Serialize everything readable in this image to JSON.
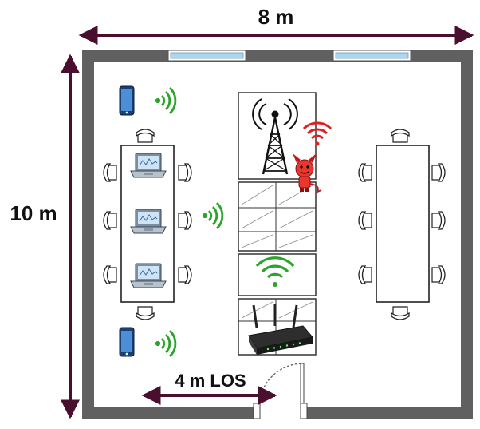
{
  "labels": {
    "width": "8 m",
    "height": "10 m",
    "los": "4 m LOS"
  },
  "colors": {
    "wall": "#606060",
    "dimension_arrow": "#4a0f2e",
    "wifi_green": "#2aa52a",
    "wifi_red": "#e02020",
    "window_blue": "#a9d6f0"
  },
  "icons": {
    "phones": [
      "smartphone-icon",
      "smartphone-icon"
    ],
    "laptops": [
      "laptop-icon",
      "laptop-icon",
      "laptop-icon"
    ],
    "tower": "cell-tower-icon",
    "attacker": "devil-icon",
    "router": "wifi-router-icon"
  }
}
